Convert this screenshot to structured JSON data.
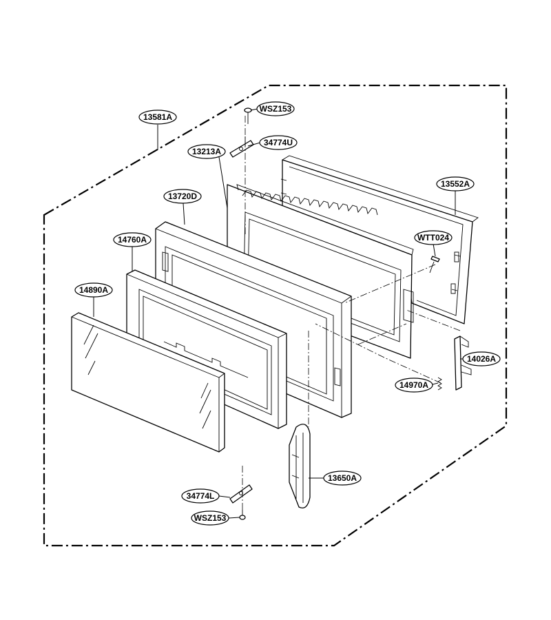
{
  "callouts": {
    "assembly": "13581A",
    "screw_top": "WSZ153",
    "hinge_top": "34774U",
    "door_frame_inner": "13213A",
    "door_frame": "13720D",
    "choke_cover": "13552A",
    "screw_latch": "WTT024",
    "door_screen": "14760A",
    "door_glass": "14890A",
    "latch_lever": "14026A",
    "latch_spring": "14970A",
    "handle": "13650A",
    "hinge_bottom": "34774L",
    "screw_bottom": "WSZ153"
  }
}
